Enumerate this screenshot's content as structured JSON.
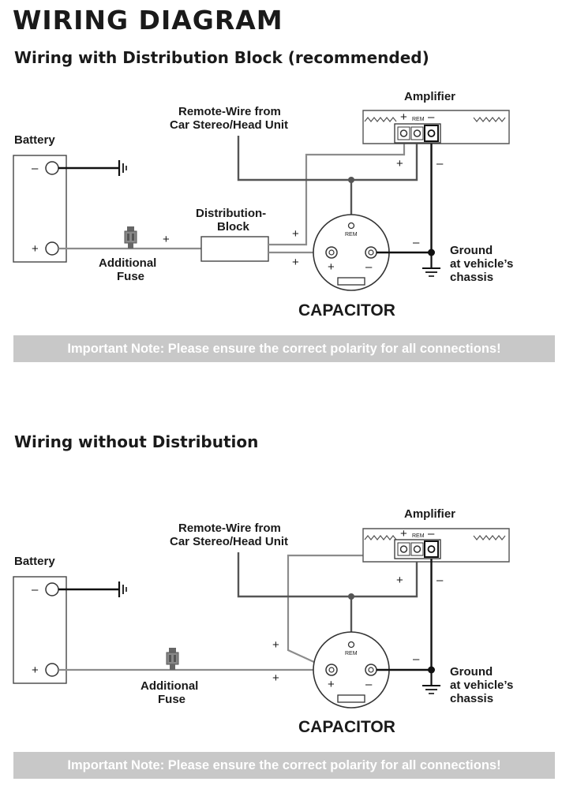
{
  "page_title": "WIRING DIAGRAM",
  "note": "Important Note:  Please ensure the correct polarity for all connections!",
  "labels": {
    "battery": "Battery",
    "amplifier": "Amplifier",
    "remote_wire_line1": "Remote-Wire from",
    "remote_wire_line2": "Car Stereo/Head Unit",
    "fuse_line1": "Additional",
    "fuse_line2": "Fuse",
    "distribution_line1": "Distribution-",
    "distribution_line2": "Block",
    "ground_line1": "Ground",
    "ground_line2": "at vehicle’s",
    "ground_line3": "chassis",
    "capacitor": "CAPACITOR",
    "rem": "REM",
    "plus": "+",
    "minus": "–"
  },
  "sections": [
    {
      "title": "Wiring with Distribution Block (recommended)"
    },
    {
      "title": "Wiring without Distribution"
    }
  ]
}
